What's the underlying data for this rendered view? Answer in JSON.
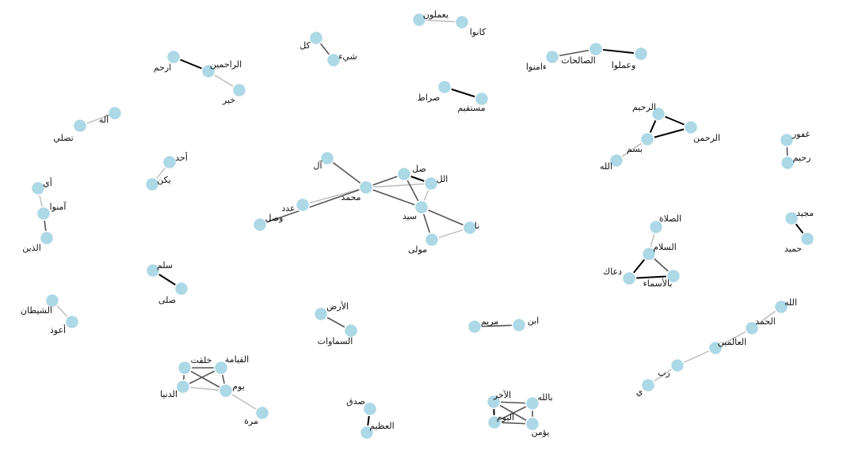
{
  "graph": {
    "style": {
      "node_color": "#add8e6",
      "edge_strong": "#000000",
      "edge_medium": "#555555",
      "edge_weak": "#bbbbbb"
    },
    "nodes": [
      {
        "id": "n0",
        "label": "يعملون"
      },
      {
        "id": "n1",
        "label": "كانوا"
      },
      {
        "id": "n2",
        "label": "كل"
      },
      {
        "id": "n3",
        "label": "شيء"
      },
      {
        "id": "n4",
        "label": "الصالحات"
      },
      {
        "id": "n5",
        "label": "وعملوا"
      },
      {
        "id": "n6",
        "label": "ءامنوا"
      },
      {
        "id": "n7",
        "label": "ارحم"
      },
      {
        "id": "n8",
        "label": "الراحمين"
      },
      {
        "id": "n9",
        "label": "خير"
      },
      {
        "id": "n10",
        "label": "صراط"
      },
      {
        "id": "n11",
        "label": "مستقيم"
      },
      {
        "id": "n12",
        "label": "الرحيم"
      },
      {
        "id": "n13",
        "label": "الرحمن"
      },
      {
        "id": "n14",
        "label": "بسم"
      },
      {
        "id": "n15",
        "label": "الله"
      },
      {
        "id": "n16",
        "label": "آله"
      },
      {
        "id": "n17",
        "label": "تصلي"
      },
      {
        "id": "n18",
        "label": "غفور"
      },
      {
        "id": "n19",
        "label": "رحيم"
      },
      {
        "id": "n20",
        "label": "أحد"
      },
      {
        "id": "n21",
        "label": "يكن"
      },
      {
        "id": "n22",
        "label": "آل"
      },
      {
        "id": "n23",
        "label": "صل"
      },
      {
        "id": "n24",
        "label": "الل"
      },
      {
        "id": "n25",
        "label": "محمد"
      },
      {
        "id": "n26",
        "label": "عدد"
      },
      {
        "id": "n27",
        "label": "وصل"
      },
      {
        "id": "n28",
        "label": "سيد"
      },
      {
        "id": "n29",
        "label": "نا"
      },
      {
        "id": "n30",
        "label": "مولى"
      },
      {
        "id": "n31",
        "label": "أي"
      },
      {
        "id": "n32",
        "label": "آمنوا"
      },
      {
        "id": "n33",
        "label": "الذين"
      },
      {
        "id": "n34",
        "label": "مجيد"
      },
      {
        "id": "n35",
        "label": "حميد"
      },
      {
        "id": "n36",
        "label": "الصلاة"
      },
      {
        "id": "n37",
        "label": "السلام"
      },
      {
        "id": "n38",
        "label": "دعاك"
      },
      {
        "id": "n39",
        "label": "بالأسماء"
      },
      {
        "id": "n40",
        "label": "سلم"
      },
      {
        "id": "n41",
        "label": "صلى"
      },
      {
        "id": "n42",
        "label": "الشيطان"
      },
      {
        "id": "n43",
        "label": "أعوذ"
      },
      {
        "id": "n44",
        "label": "الأرض"
      },
      {
        "id": "n45",
        "label": "السماوات"
      },
      {
        "id": "n46",
        "label": "ابن"
      },
      {
        "id": "n47",
        "label": "مريم"
      },
      {
        "id": "n48",
        "label": "الله"
      },
      {
        "id": "n49",
        "label": "الحمد"
      },
      {
        "id": "n50",
        "label": "العالمين"
      },
      {
        "id": "n51",
        "label": "رب"
      },
      {
        "id": "n52",
        "label": "ي"
      },
      {
        "id": "n53",
        "label": "خلقت"
      },
      {
        "id": "n54",
        "label": "القيامة"
      },
      {
        "id": "n55",
        "label": "الدنيا"
      },
      {
        "id": "n56",
        "label": "يوم"
      },
      {
        "id": "n57",
        "label": "مرة"
      },
      {
        "id": "n58",
        "label": "صدق"
      },
      {
        "id": "n59",
        "label": "العظيم"
      },
      {
        "id": "n60",
        "label": "الآخر"
      },
      {
        "id": "n61",
        "label": "بالله"
      },
      {
        "id": "n62",
        "label": "اليوم"
      },
      {
        "id": "n63",
        "label": "يؤمن"
      }
    ],
    "edges": [
      {
        "source": "n0",
        "target": "n1",
        "weight": "weak"
      },
      {
        "source": "n2",
        "target": "n3",
        "weight": "medium"
      },
      {
        "source": "n6",
        "target": "n4",
        "weight": "medium"
      },
      {
        "source": "n4",
        "target": "n5",
        "weight": "strong"
      },
      {
        "source": "n7",
        "target": "n8",
        "weight": "strong"
      },
      {
        "source": "n8",
        "target": "n9",
        "weight": "weak"
      },
      {
        "source": "n10",
        "target": "n11",
        "weight": "strong"
      },
      {
        "source": "n12",
        "target": "n13",
        "weight": "strong"
      },
      {
        "source": "n12",
        "target": "n14",
        "weight": "strong"
      },
      {
        "source": "n13",
        "target": "n14",
        "weight": "strong"
      },
      {
        "source": "n14",
        "target": "n15",
        "weight": "weak"
      },
      {
        "source": "n16",
        "target": "n17",
        "weight": "weak"
      },
      {
        "source": "n18",
        "target": "n19",
        "weight": "medium"
      },
      {
        "source": "n20",
        "target": "n21",
        "weight": "weak"
      },
      {
        "source": "n22",
        "target": "n25",
        "weight": "medium"
      },
      {
        "source": "n25",
        "target": "n23",
        "weight": "medium"
      },
      {
        "source": "n25",
        "target": "n24",
        "weight": "weak"
      },
      {
        "source": "n25",
        "target": "n28",
        "weight": "medium"
      },
      {
        "source": "n25",
        "target": "n26",
        "weight": "weak"
      },
      {
        "source": "n25",
        "target": "n27",
        "weight": "medium"
      },
      {
        "source": "n23",
        "target": "n24",
        "weight": "strong"
      },
      {
        "source": "n23",
        "target": "n28",
        "weight": "medium"
      },
      {
        "source": "n24",
        "target": "n28",
        "weight": "weak"
      },
      {
        "source": "n28",
        "target": "n29",
        "weight": "medium"
      },
      {
        "source": "n28",
        "target": "n30",
        "weight": "medium"
      },
      {
        "source": "n29",
        "target": "n30",
        "weight": "weak"
      },
      {
        "source": "n31",
        "target": "n32",
        "weight": "weak"
      },
      {
        "source": "n32",
        "target": "n33",
        "weight": "medium"
      },
      {
        "source": "n34",
        "target": "n35",
        "weight": "strong"
      },
      {
        "source": "n36",
        "target": "n37",
        "weight": "weak"
      },
      {
        "source": "n37",
        "target": "n38",
        "weight": "strong"
      },
      {
        "source": "n37",
        "target": "n39",
        "weight": "medium"
      },
      {
        "source": "n38",
        "target": "n39",
        "weight": "strong"
      },
      {
        "source": "n40",
        "target": "n41",
        "weight": "strong"
      },
      {
        "source": "n42",
        "target": "n43",
        "weight": "weak"
      },
      {
        "source": "n44",
        "target": "n45",
        "weight": "medium"
      },
      {
        "source": "n46",
        "target": "n47",
        "weight": "medium"
      },
      {
        "source": "n48",
        "target": "n49",
        "weight": "weak"
      },
      {
        "source": "n49",
        "target": "n50",
        "weight": "weak"
      },
      {
        "source": "n50",
        "target": "n51",
        "weight": "weak"
      },
      {
        "source": "n51",
        "target": "n52",
        "weight": "weak"
      },
      {
        "source": "n53",
        "target": "n54",
        "weight": "medium"
      },
      {
        "source": "n53",
        "target": "n55",
        "weight": "medium"
      },
      {
        "source": "n53",
        "target": "n56",
        "weight": "medium"
      },
      {
        "source": "n54",
        "target": "n55",
        "weight": "medium"
      },
      {
        "source": "n54",
        "target": "n56",
        "weight": "medium"
      },
      {
        "source": "n55",
        "target": "n56",
        "weight": "weak"
      },
      {
        "source": "n56",
        "target": "n57",
        "weight": "weak"
      },
      {
        "source": "n58",
        "target": "n59",
        "weight": "strong"
      },
      {
        "source": "n60",
        "target": "n61",
        "weight": "medium"
      },
      {
        "source": "n60",
        "target": "n62",
        "weight": "strong"
      },
      {
        "source": "n60",
        "target": "n63",
        "weight": "medium"
      },
      {
        "source": "n61",
        "target": "n62",
        "weight": "medium"
      },
      {
        "source": "n61",
        "target": "n63",
        "weight": "medium"
      },
      {
        "source": "n62",
        "target": "n63",
        "weight": "medium"
      }
    ]
  }
}
